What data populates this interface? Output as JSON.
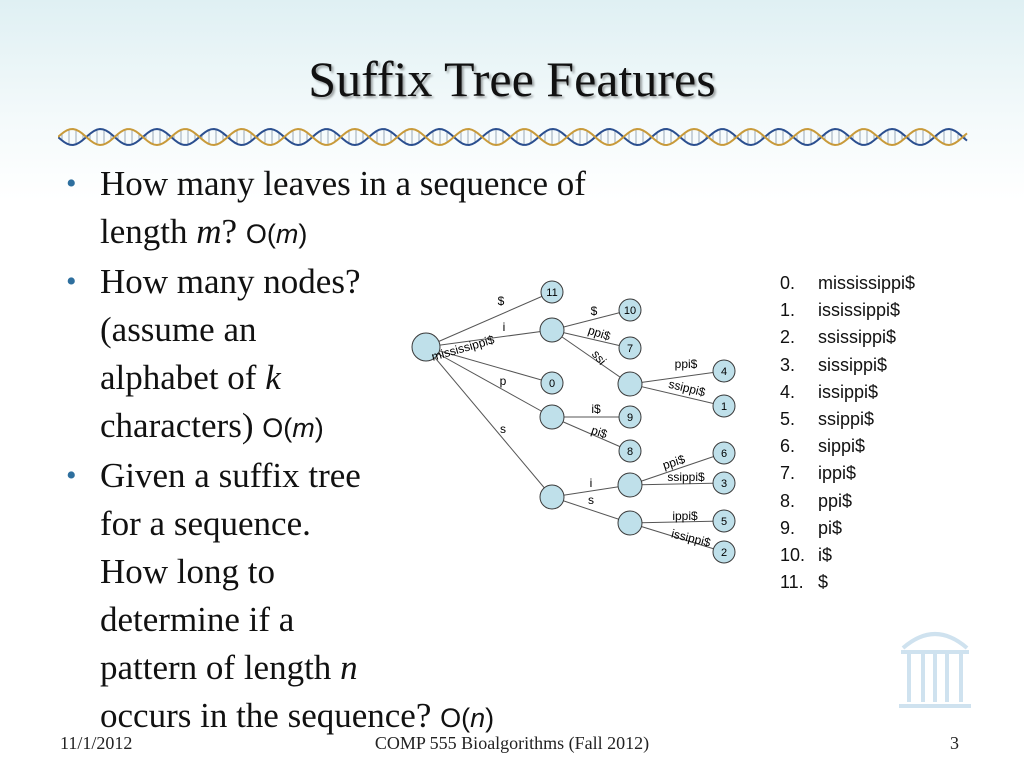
{
  "slide": {
    "title": "Suffix Tree Features",
    "bullets": [
      {
        "part1": "How many leaves in a sequence of length ",
        "var": "m",
        "part2": "?",
        "answer_prefix": "O(",
        "answer_var": "m",
        "answer_suffix": ")"
      },
      {
        "line1": "How many nodes?",
        "line2": "(assume an",
        "line3_prefix": "alphabet of ",
        "line3_var": "k",
        "line4": "characters)",
        "answer_prefix": "O(",
        "answer_var": "m",
        "answer_suffix": ")"
      },
      {
        "line1": "Given a suffix tree",
        "line2": "for a sequence.",
        "line3": "How long to",
        "line4": "determine if a",
        "line5_prefix": "pattern of length ",
        "line5_var": "n",
        "line6": "occurs in the sequence?",
        "answer_prefix": "O(",
        "answer_var": "n",
        "answer_suffix": ")"
      }
    ]
  },
  "suffixes": [
    {
      "index": "0.",
      "text": "mississippi$"
    },
    {
      "index": "1.",
      "text": "ississippi$"
    },
    {
      "index": "2.",
      "text": "ssissippi$"
    },
    {
      "index": "3.",
      "text": "sissippi$"
    },
    {
      "index": "4.",
      "text": "issippi$"
    },
    {
      "index": "5.",
      "text": "ssippi$"
    },
    {
      "index": "6.",
      "text": "sippi$"
    },
    {
      "index": "7.",
      "text": "ippi$"
    },
    {
      "index": "8.",
      "text": "ppi$"
    },
    {
      "index": "9.",
      "text": "pi$"
    },
    {
      "index": "10.",
      "text": "i$"
    },
    {
      "index": "11.",
      "text": "$"
    }
  ],
  "tree": {
    "leaf_labels": [
      "11",
      "10",
      "7",
      "0",
      "9",
      "8",
      "4",
      "1",
      "6",
      "3",
      "5",
      "2"
    ],
    "edge_labels": [
      "$",
      "i",
      "mississippi$",
      "p",
      "s",
      "$",
      "ppi$",
      "ssi",
      "i$",
      "pi$",
      "ppi$",
      "ssippi$",
      "i",
      "s",
      "ppi$",
      "ssippi$",
      "ippi$",
      "issippi$"
    ]
  },
  "footer": {
    "date": "11/1/2012",
    "course": "COMP 555 Bioalgorithms (Fall 2012)",
    "page": "3"
  },
  "colors": {
    "node_fill": "#bfe0ea",
    "node_stroke": "#3a3a3a",
    "bullet": "#2e6f9e",
    "dna_strand_a": "#2b4f8f",
    "dna_strand_b": "#c89a3a"
  }
}
